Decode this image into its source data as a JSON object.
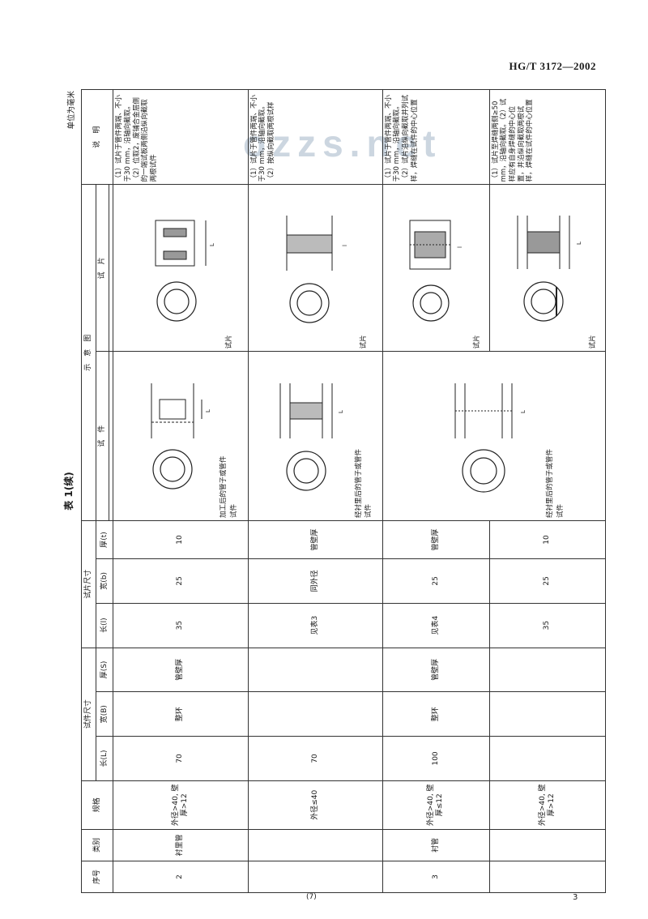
{
  "header": {
    "standard": "HG/T 3172—2002"
  },
  "watermark": "ozzs.net",
  "table": {
    "title": "表 1(续)",
    "unit": "单位为毫米",
    "headers": {
      "no": "序号",
      "category": "类别",
      "spec": "规格",
      "size_group": "试件尺寸",
      "length": "长(L)",
      "width": "宽(B)",
      "thickness": "厚(S)",
      "specimen_group": "试片尺寸",
      "l": "长(l)",
      "b": "宽(b)",
      "t": "厚(t)",
      "diagram": "示　意　图",
      "specimen": "试　件",
      "sample": "试　片",
      "note": "说　明"
    },
    "rows": [
      {
        "no": "2",
        "category": "衬里管",
        "spec": "外径>40, 壁厚>12",
        "length": "70",
        "width": "整环",
        "thickness": "管壁厚",
        "l": "35",
        "b": "25",
        "t": "10",
        "specimen_caption": "加工后的管子或管件",
        "specimen_tag": "试件",
        "sample_tag": "试片",
        "note": "（1）试片于管件两端、不小于30 mm，沿轴向截取。（2）位取2，废铺合金层侧的一端试板两侧沿纵向截取两根试件"
      },
      {
        "no": "",
        "category": "",
        "spec": "外径≤40",
        "length": "70",
        "width": "",
        "thickness": "",
        "l": "见表3",
        "b": "同外径",
        "t": "管壁厚",
        "specimen_caption": "经衬里后的管子或管件",
        "specimen_tag": "试件",
        "sample_tag": "试片",
        "note": "（1）试片于管件两端、不小于30 mm，沿轴向截取。（2）按纵向截取两根试样"
      },
      {
        "no": "3",
        "category": "衬管",
        "spec": "外径>40, 壁厚≤12",
        "length": "100",
        "width": "整环",
        "thickness": "管壁厚",
        "l": "见表4",
        "b": "25",
        "t": "管壁厚",
        "specimen_caption": "经衬里后的管子或管件",
        "specimen_tag": "试件",
        "sample_tag": "试片",
        "note": "（1）试片于管件两端、不小于30 mm，沿轴向截取。（2）试片沿纵向截取并列试样，焊缝在试件的中心位置"
      },
      {
        "no": "",
        "category": "",
        "spec": "外径>40, 壁厚>12",
        "length": "",
        "width": "",
        "thickness": "",
        "l": "35",
        "b": "25",
        "t": "10",
        "specimen_caption": "",
        "specimen_tag": "",
        "sample_tag": "试片",
        "note": "（1）试片至焊缝两侧≥50 mm，沿轴向截取。（2）试样应有自身焊缝的中心位置，并沿纵向截取两根试样，焊缝在试件的中心位置"
      }
    ]
  },
  "footer": {
    "mark": "(7)",
    "page": "3"
  }
}
